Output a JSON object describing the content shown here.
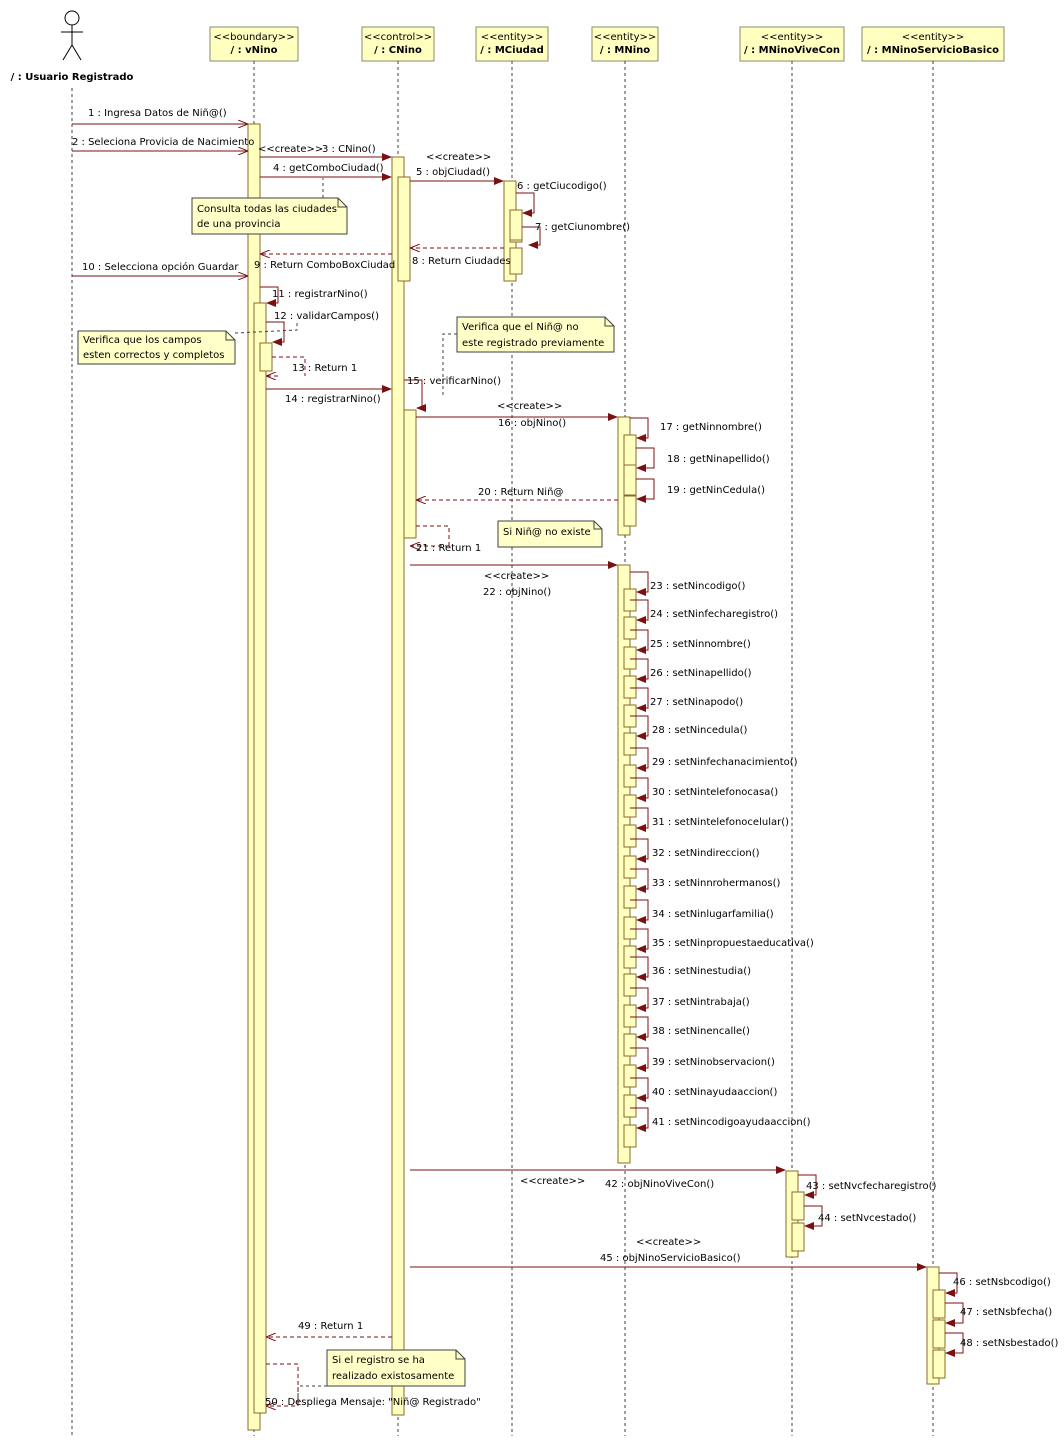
{
  "actor": {
    "label": "/ : Usuario Registrado"
  },
  "participants": [
    {
      "id": "vNino",
      "stereotype": "<<boundary>>",
      "name": "/ : vNino"
    },
    {
      "id": "CNino",
      "stereotype": "<<control>>",
      "name": "/ : CNino"
    },
    {
      "id": "MCiudad",
      "stereotype": "<<entity>>",
      "name": "/ : MCiudad"
    },
    {
      "id": "MNino",
      "stereotype": "<<entity>>",
      "name": "/ : MNino"
    },
    {
      "id": "MNinoViveCon",
      "stereotype": "<<entity>>",
      "name": "/ : MNinoViveCon"
    },
    {
      "id": "MNinoServicioBasico",
      "stereotype": "<<entity>>",
      "name": "/ : MNinoServicioBasico"
    }
  ],
  "messages": {
    "m1": "1 : Ingresa Datos de Niñ@()",
    "m2": "2 : Seleciona Provicia de Nacimiento",
    "m3": "3 : CNino()",
    "m4": "4 : getComboCiudad()",
    "m5": "5 : objCiudad()",
    "m6": "6 : getCiucodigo()",
    "m7": "7 : getCiunombre()",
    "m8": "8 : Return Ciudades",
    "m9": "9 : Return ComboBoxCiudad",
    "m10": "10 : Selecciona opción Guardar",
    "m11": "11 : registrarNino()",
    "m12": "12 : validarCampos()",
    "m13": "13 : Return 1",
    "m14": "14 : registrarNino()",
    "m15": "15 : verificarNino()",
    "m16": "16 : objNino()",
    "m17": "17 : getNinnombre()",
    "m18": "18 : getNinapellido()",
    "m19": "19 : getNinCedula()",
    "m20": "20 : Return Niñ@",
    "m21": "21 : Return 1",
    "m22": "22 : objNino()",
    "m23": "23 : setNincodigo()",
    "m24": "24 : setNinfecharegistro()",
    "m25": "25 : setNinnombre()",
    "m26": "26 : setNinapellido()",
    "m27": "27 : setNinapodo()",
    "m28": "28 : setNincedula()",
    "m29": "29 : setNinfechanacimiento()",
    "m30": "30 : setNintelefonocasa()",
    "m31": "31 : setNintelefonocelular()",
    "m32": "32 : setNindireccion()",
    "m33": "33 : setNinnrohermanos()",
    "m34": "34 : setNinlugarfamilia()",
    "m35": "35 : setNinpropuestaeducativa()",
    "m36": "36 : setNinestudia()",
    "m37": "37 : setNintrabaja()",
    "m38": "38 : setNinencalle()",
    "m39": "39 : setNinobservacion()",
    "m40": "40 : setNinayudaaccion()",
    "m41": "41 : setNincodigoayudaaccion()",
    "m42": "42 : objNinoViveCon()",
    "m43": "43 : setNvcfecharegistro()",
    "m44": "44 : setNvcestado()",
    "m45": "45 : objNinoServicioBasico()",
    "m46": "46 : setNsbcodigo()",
    "m47": "47 : setNsbfecha()",
    "m48": "48 : setNsbestado()",
    "m49": "49 : Return 1",
    "m50": "50 : Despliega Mensaje: \"Niñ@ Registrado\""
  },
  "create_label": "<<create>>",
  "notes": {
    "n1": [
      "Consulta todas las ciudades",
      "de una provincia"
    ],
    "n2": [
      "Verifica que los campos",
      "esten correctos y completos"
    ],
    "n3": [
      "Verifica que el Niñ@ no",
      "este registrado previamente"
    ],
    "n4": [
      "Si Niñ@ no existe"
    ],
    "n5": [
      "Si el registro se ha",
      "realizado existosamente"
    ]
  },
  "colors": {
    "activation_fill": "#ffffc0",
    "activation_stroke": "#8b6b2a",
    "participant_fill": "#ffffc0",
    "participant_stroke": "#8b8b6b",
    "note_fill": "#ffffc8",
    "message_line": "#7a1010",
    "lifeline": "#404040"
  }
}
